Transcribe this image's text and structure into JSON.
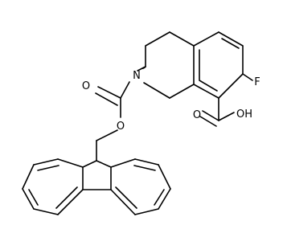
{
  "colors": {
    "bond": "#000000",
    "label": "#000000",
    "background": "#ffffff"
  },
  "atoms": {
    "n": {
      "text": "N"
    },
    "f": {
      "text": "F"
    },
    "o_carbonyl_carbamate": {
      "text": "O"
    },
    "o_ester": {
      "text": "O"
    },
    "o_carbonyl_acid": {
      "text": "O"
    },
    "oh": {
      "text": "OH"
    }
  }
}
